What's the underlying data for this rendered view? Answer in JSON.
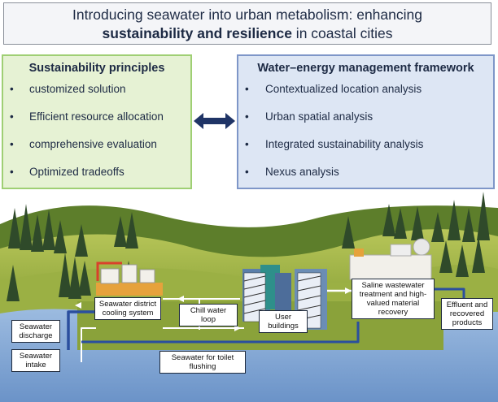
{
  "title": {
    "line1": "Introducing seawater into urban metabolism: enhancing",
    "line2_bold": "sustainability and resilience",
    "line2_rest": " in coastal cities"
  },
  "left_panel": {
    "heading": "Sustainability principles",
    "items": [
      "customized solution",
      "Efficient resource allocation",
      "comprehensive evaluation",
      "Optimized tradeoffs"
    ]
  },
  "right_panel": {
    "heading": "Water–energy management framework",
    "items": [
      "Contextualized location analysis",
      "Urban spatial analysis",
      "Integrated sustainability analysis",
      "Nexus analysis"
    ]
  },
  "bullet": "•",
  "labels": {
    "seawater_discharge": "Seawater discharge",
    "seawater_intake": "Seawater intake",
    "district_cooling": "Seawater district cooling system",
    "chill_water": "Chill water loop",
    "user_buildings": "User buildings",
    "toilet_flushing": "Seawater for toilet flushing",
    "wastewater_treatment": "Saline wastewater treatment and high-valued material recovery",
    "effluent": "Effluent and recovered products"
  },
  "colors": {
    "sky": "#ffffff",
    "sea": "#7fa6d4",
    "sea_dark": "#5f86bd",
    "hill_light": "#a7b94a",
    "hill_dark": "#6d8a2a",
    "tree": "#2f4a2a",
    "pipe_blue": "#2b4f9e",
    "pipe_white": "#ffffff",
    "arrow": "#1f3466"
  }
}
